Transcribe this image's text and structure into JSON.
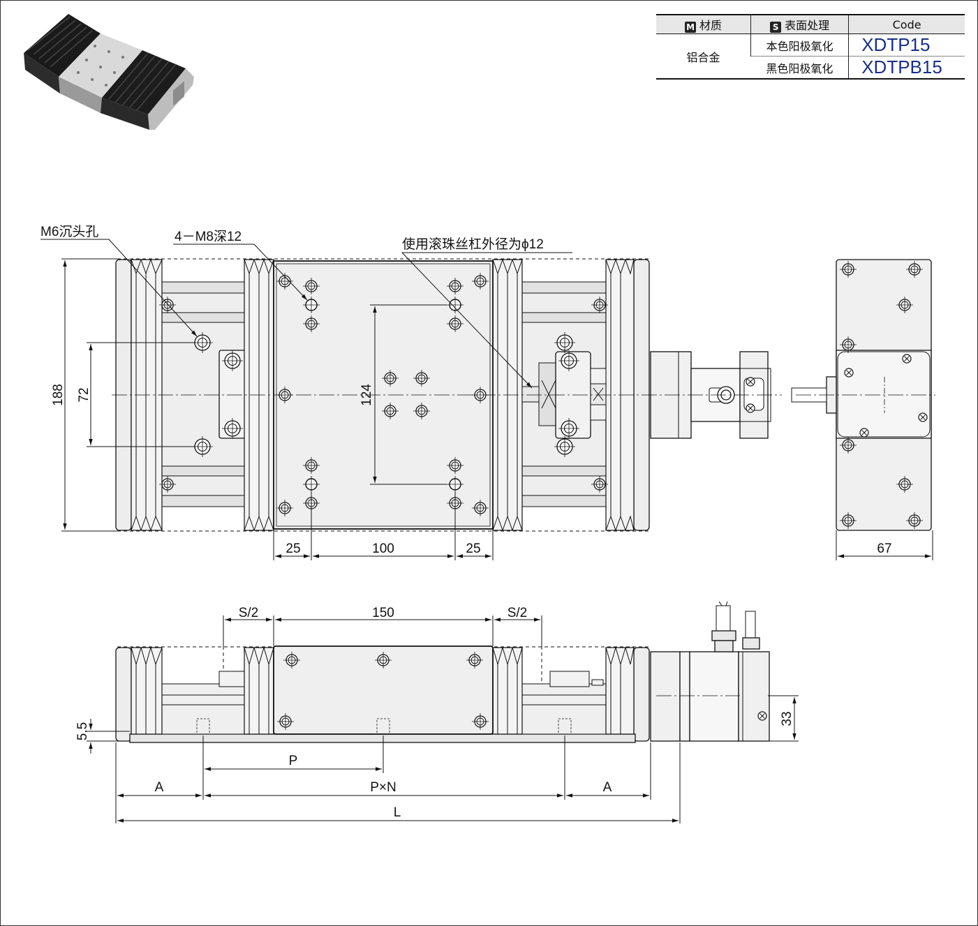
{
  "spec_table": {
    "headers": {
      "material": "材质",
      "surface": "表面处理",
      "code": "Code"
    },
    "badges": {
      "material": "M",
      "surface": "S"
    },
    "material": "铝合金",
    "rows": [
      {
        "surface": "本色阳极氧化",
        "code": "XDTP15"
      },
      {
        "surface": "黑色阳极氧化",
        "code": "XDTPB15"
      }
    ],
    "code_color": "#1a2f8a"
  },
  "callouts": {
    "counterbore": "M6沉头孔",
    "tapped": "4－M8深12",
    "ballscrew": "使用滚珠丝杠外径为ϕ12"
  },
  "dimensions": {
    "total_width": "188",
    "hole_pitch": "72",
    "inner_pitch": "124",
    "edge_left": "25",
    "center": "100",
    "edge_right": "25",
    "side_width": "67",
    "half_stroke_left": "S/2",
    "table_length": "150",
    "half_stroke_right": "S/2",
    "base_thickness": "5.5",
    "shaft_height": "33",
    "pitch": "P",
    "pitch_count": "P×N",
    "end_left": "A",
    "end_right": "A",
    "length": "L"
  }
}
